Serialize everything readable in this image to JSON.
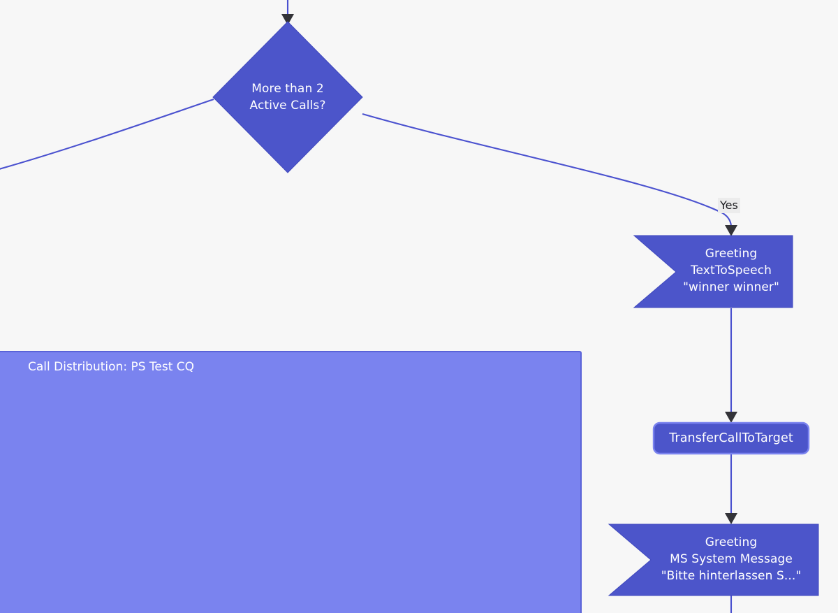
{
  "diagram": {
    "type": "flowchart",
    "background_color": "#f7f7f7",
    "node_fill_color": "#4c55ca",
    "node_text_color": "#ffffff",
    "edge_color": "#4a51cf",
    "arrowhead_color": "#333338",
    "cluster_fill_color": "#7a83ef",
    "cluster_border_color": "#5a63d8",
    "nodes": [
      {
        "id": "decision-active-calls",
        "shape": "diamond",
        "line1": "More than 2",
        "line2": "Active Calls?"
      },
      {
        "id": "greeting-tts",
        "shape": "flag",
        "line1": "Greeting",
        "line2": "TextToSpeech",
        "line3": "\"winner winner\""
      },
      {
        "id": "transfer-call-to-target",
        "shape": "rounded-rect",
        "label": "TransferCallToTarget"
      },
      {
        "id": "greeting-ms-system-message",
        "shape": "flag",
        "line1": "Greeting",
        "line2": "MS System Message",
        "line3": "\"Bitte hinterlassen S...\""
      }
    ],
    "clusters": [
      {
        "id": "call-distribution",
        "label": "Call Distribution: PS Test CQ"
      }
    ],
    "edge_labels": [
      {
        "id": "yes-branch",
        "label": "Yes"
      }
    ]
  }
}
